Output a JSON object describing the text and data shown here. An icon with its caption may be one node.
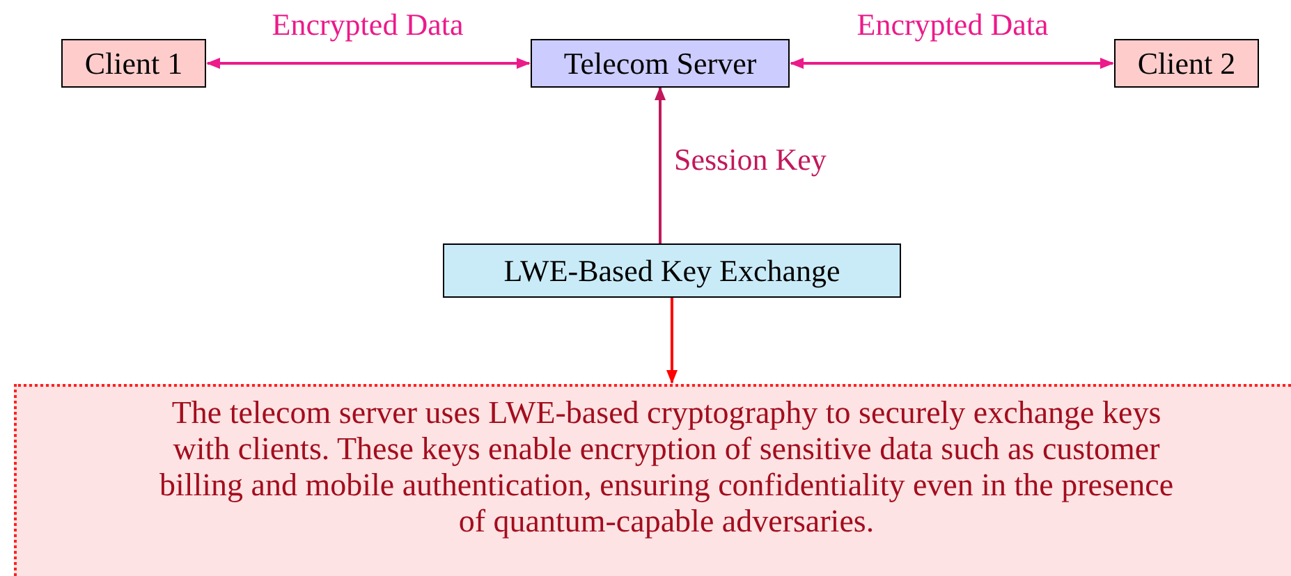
{
  "diagram": {
    "nodes": [
      {
        "text": [
          "Client 1"
        ]
      },
      {
        "text": [
          "Telecom Server"
        ]
      },
      {
        "text": [
          "Client 2"
        ]
      },
      {
        "text": [
          "LWE-Based Key Exchange"
        ]
      },
      {
        "text": [
          "The telecom server uses LWE-based cryptography to securely exchange keys with clients. These keys enable encryption of sensitive data such as customer billing and mobile authentication, ensuring confidentiality even in the presence of quantum-capable adversaries."
        ]
      }
    ],
    "edges": [
      {
        "from": 0,
        "to": 1,
        "arrow": "both",
        "label": "Encrypted Data"
      },
      {
        "from": 1,
        "to": 2,
        "arrow": "both",
        "label": "Encrypted Data"
      },
      {
        "from": 3,
        "to": 1,
        "arrow": "to",
        "label": "Session Key",
        "color": "#c2185b"
      },
      {
        "from": 3,
        "to": 4,
        "arrow": "to",
        "color": "#ff0000"
      }
    ]
  }
}
